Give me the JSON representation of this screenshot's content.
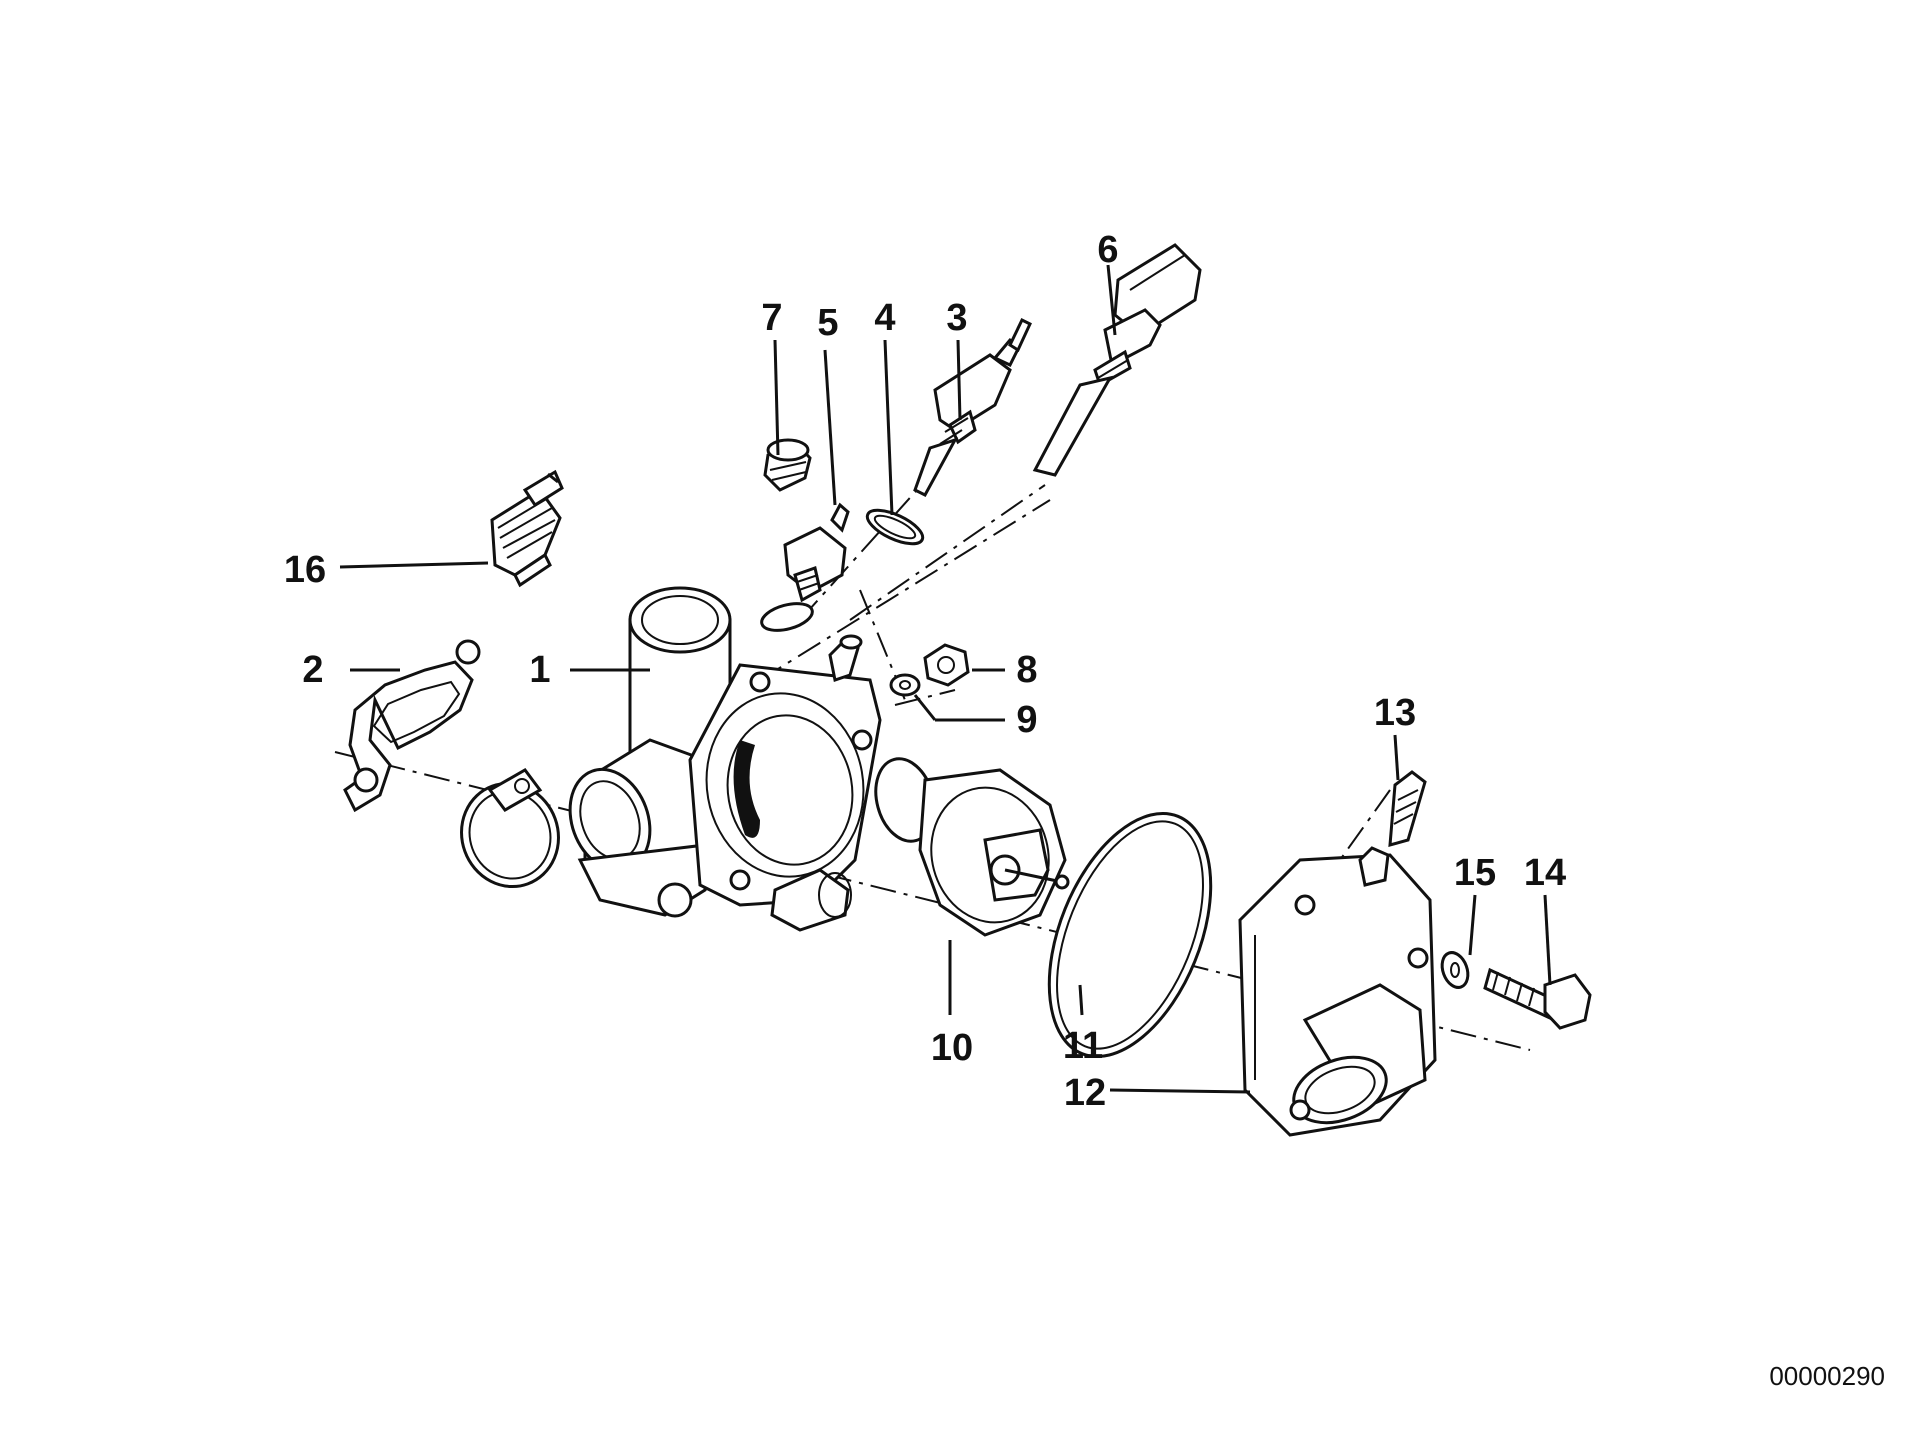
{
  "callouts": {
    "c1": "1",
    "c2": "2",
    "c3": "3",
    "c4": "4",
    "c5": "5",
    "c6": "6",
    "c7": "7",
    "c8": "8",
    "c9": "9",
    "c10": "10",
    "c11": "11",
    "c12": "12",
    "c13": "13",
    "c14": "14",
    "c15": "15",
    "c16": "16"
  },
  "doc_number": "00000290"
}
